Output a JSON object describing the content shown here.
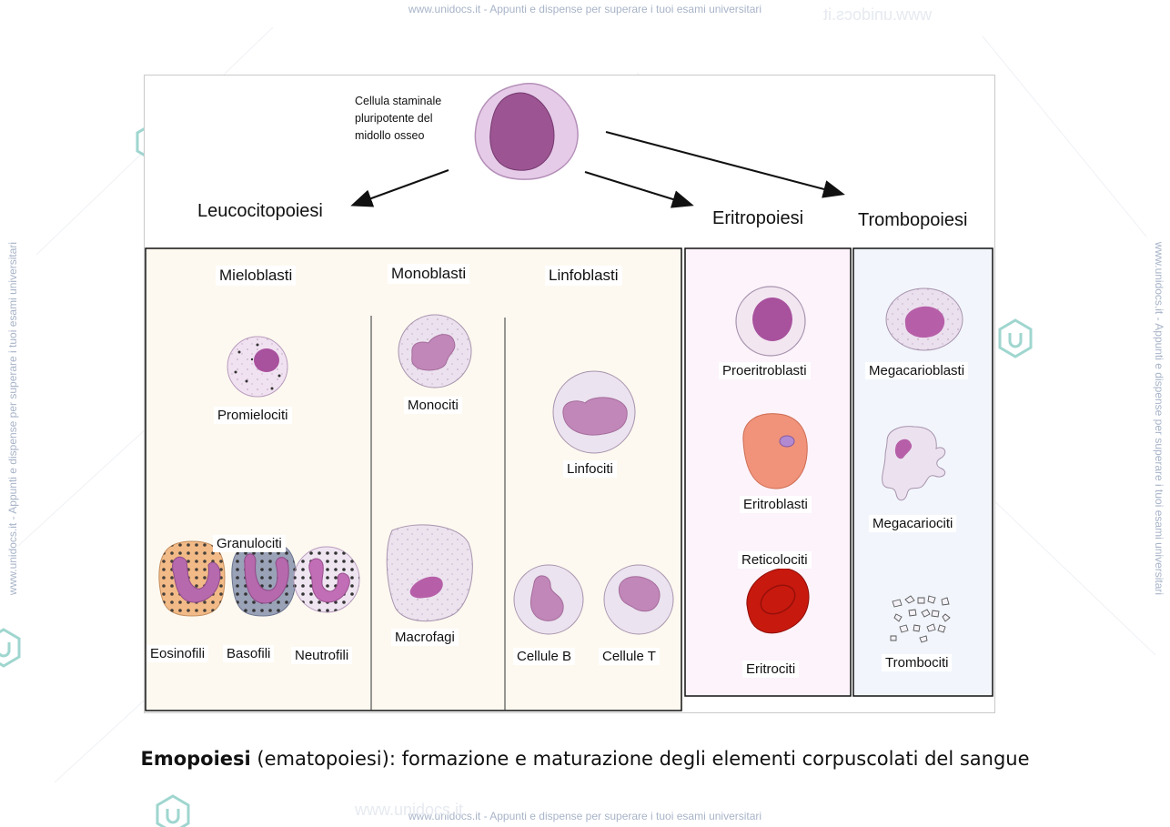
{
  "watermark": {
    "text": "www.unidocs.it - Appunti e dispense per superare i tuoi esami universitari",
    "faint": "www.unidocs.it"
  },
  "colors": {
    "stem_cytoplasm": "#e4c9e6",
    "nucleus": "#9c5592",
    "leuco_panel": "#fdf9f0",
    "eritro_panel": "#fdf3fb",
    "trombo_panel": "#f2f6fc",
    "eritroblast": "#f0937a",
    "eritrocita": "#c8190f",
    "logo": "#8fd0c8"
  },
  "diagram": {
    "stem_label": [
      "Cellula staminale",
      "pluripotente del",
      "midollo osseo"
    ],
    "sections": {
      "leuco": "Leucocitopoiesi",
      "eritro": "Eritropoiesi",
      "trombo": "Trombopoiesi"
    },
    "leuco": {
      "mieloblasti": "Mieloblasti",
      "monoblasti": "Monoblasti",
      "linfoblasti": "Linfoblasti",
      "promielociti": "Promielociti",
      "monociti": "Monociti",
      "linfociti": "Linfociti",
      "granulociti": "Granulociti",
      "eosinofili": "Eosinofili",
      "basofili": "Basofili",
      "neutrofili": "Neutrofili",
      "macrofagi": "Macrofagi",
      "cellule_b": "Cellule B",
      "cellule_t": "Cellule T"
    },
    "eritro": {
      "proeritroblasti": "Proeritroblasti",
      "eritroblasti": "Eritroblasti",
      "reticolociti": "Reticolociti",
      "eritrociti": "Eritrociti"
    },
    "trombo": {
      "megacarioblasti": "Megacarioblasti",
      "megacariociti": "Megacariociti",
      "trombociti": "Trombociti"
    }
  },
  "caption": {
    "bold": "Emopoiesi",
    "rest": " (ematopoiesi): formazione e maturazione degli elementi corpuscolati del sangue"
  }
}
